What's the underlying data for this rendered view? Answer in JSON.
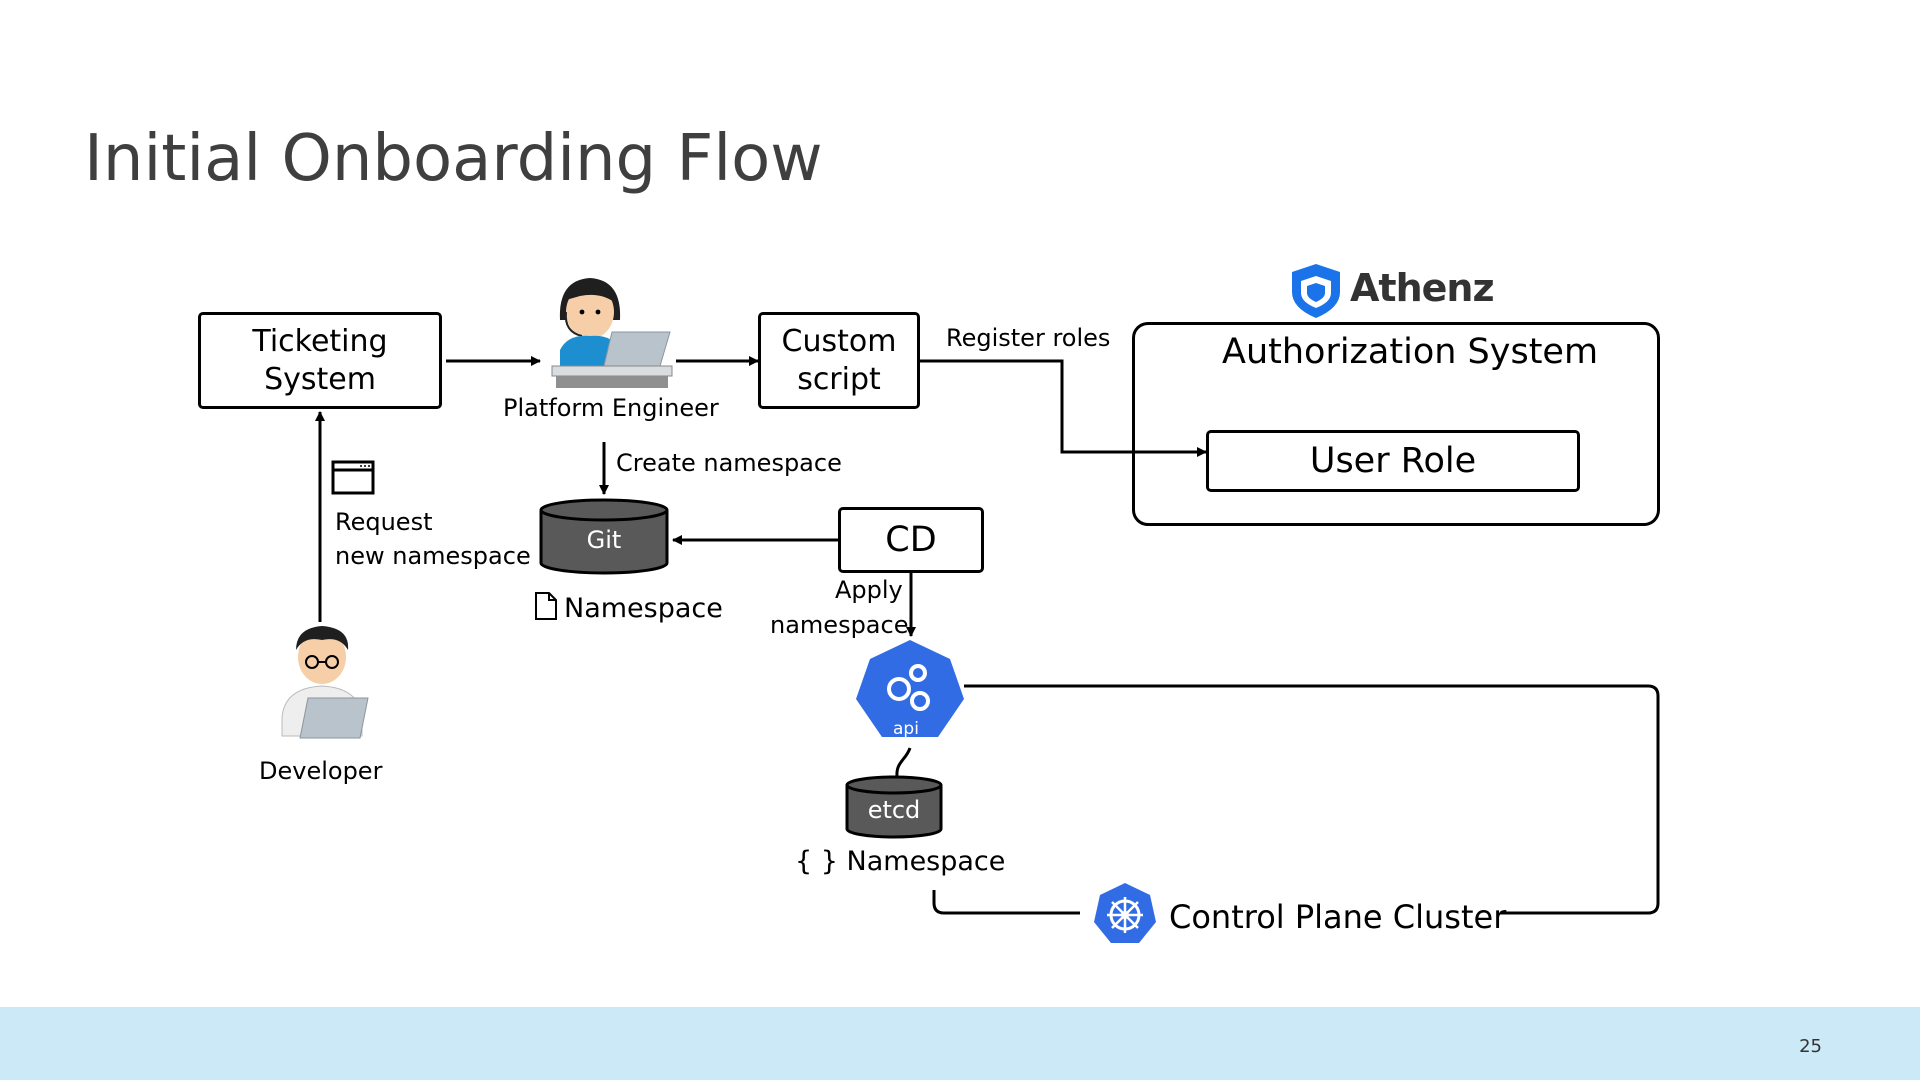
{
  "slide": {
    "title": "Initial Onboarding Flow",
    "page_number": "25"
  },
  "nodes": {
    "ticketing_system": {
      "line1": "Ticketing",
      "line2": "System"
    },
    "platform_engineer": "Platform Engineer",
    "custom_script": {
      "line1": "Custom",
      "line2": "script"
    },
    "athenz_logo": "Athenz",
    "authorization_system": "Authorization System",
    "user_role": "User Role",
    "git": "Git",
    "git_namespace": "Namespace",
    "cd": "CD",
    "api": "api",
    "etcd": "etcd",
    "etcd_namespace": "{ } Namespace",
    "control_plane": "Control Plane Cluster",
    "developer": "Developer"
  },
  "edges": {
    "register_roles": "Register roles",
    "create_namespace": "Create namespace",
    "request_line1": "Request",
    "request_line2": "new namespace",
    "apply_line1": "Apply",
    "apply_line2": "namespace"
  },
  "colors": {
    "title": "#3f3f3f",
    "footer": "#cce9f7",
    "cylinder": "#595959",
    "kubernetes_blue": "#326ce5",
    "athenz_blue": "#1a73e8"
  },
  "icons": [
    "platform-engineer-person-icon",
    "developer-person-icon",
    "browser-window-icon",
    "document-icon",
    "athenz-shield-icon",
    "kubernetes-api-icon",
    "kubernetes-wheel-icon"
  ]
}
